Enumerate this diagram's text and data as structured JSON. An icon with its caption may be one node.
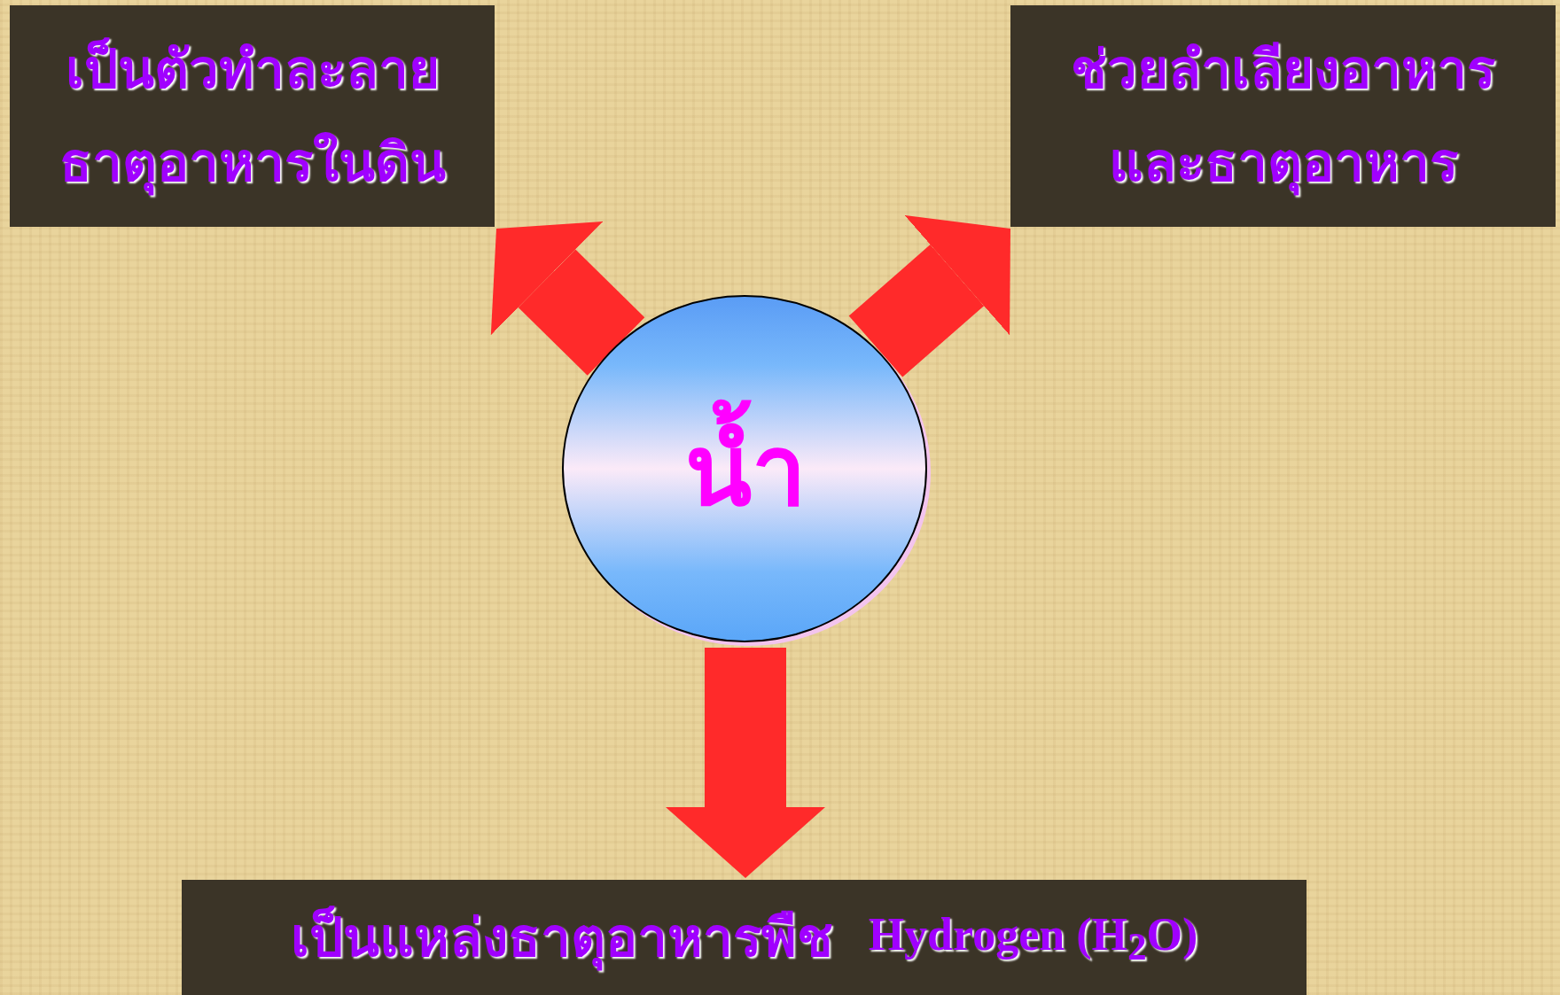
{
  "diagram": {
    "nodes": [
      {
        "text": [
          "น้ำ"
        ]
      },
      {
        "text": [
          "เป็นตัวทำละลาย ธาตุอาหารในดิน"
        ]
      },
      {
        "text": [
          "ช่วยลำเลียงอาหาร และธาตุอาหาร"
        ]
      },
      {
        "text": [
          "เป็นแหล่งธาตุอาหารพืช",
          "Hydrogen (H$_{2}$O)"
        ]
      }
    ],
    "edges": [
      {
        "from": 0,
        "to": 1,
        "arrow": "to"
      },
      {
        "from": 0,
        "to": 2,
        "arrow": "to"
      },
      {
        "from": 0,
        "to": 3,
        "arrow": "to"
      }
    ]
  }
}
